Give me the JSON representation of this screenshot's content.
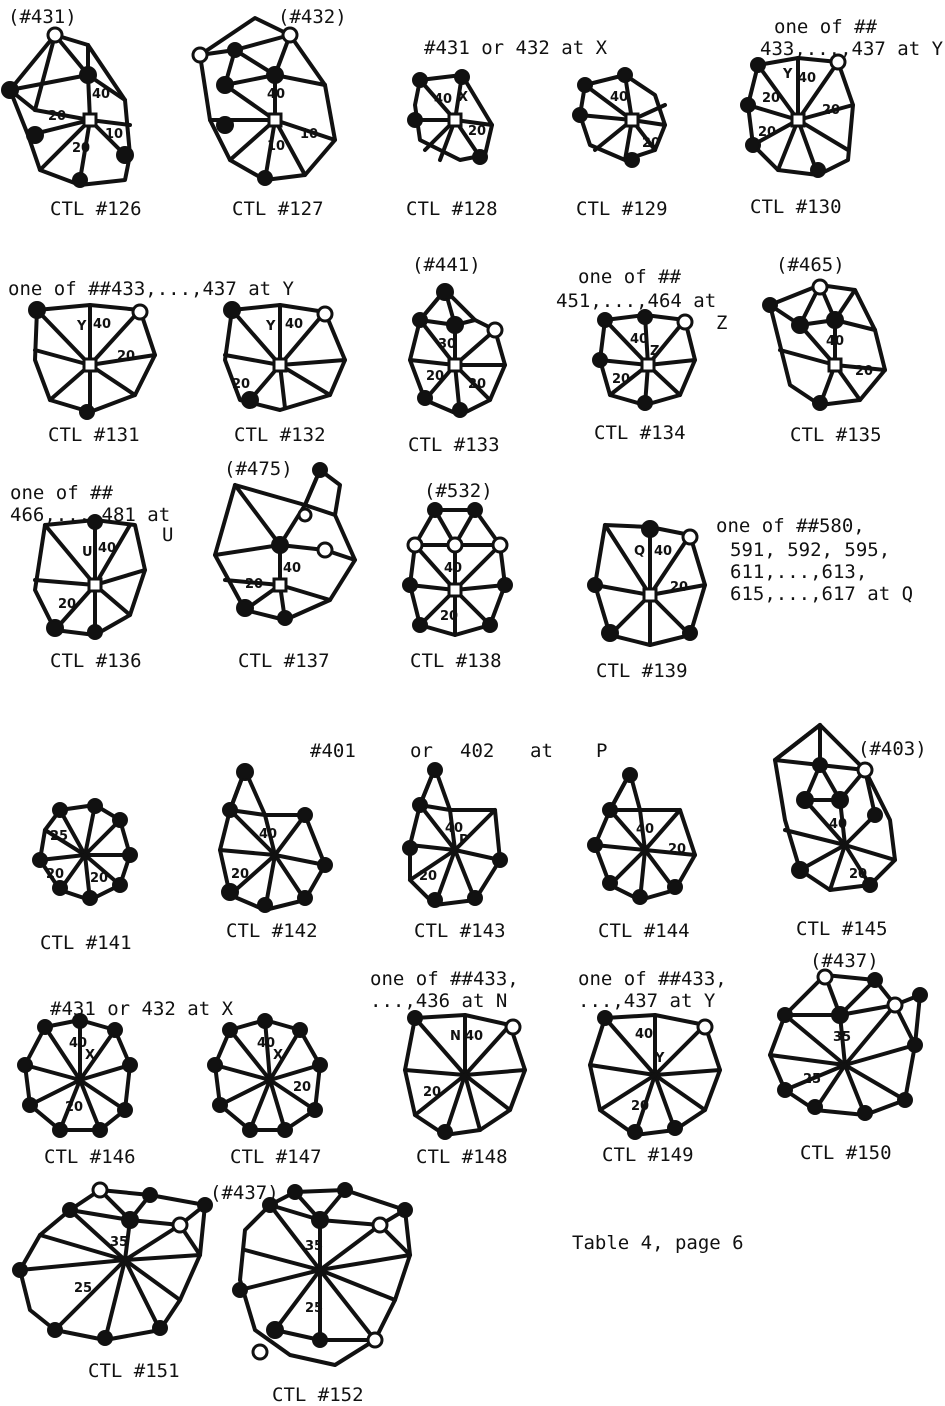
{
  "page_label": "Table 4, page 6",
  "annotations": {
    "a431": "(#431)",
    "a432": "(#432)",
    "x128": "#431 or 432 at X",
    "y130a": "one of ##",
    "y130b": "433,...,437 at Y",
    "y131": "one of ##433,...,437 at Y",
    "a441": "(#441)",
    "z134a": "one of ##",
    "z134b": "451,...,464 at",
    "z134c": "Z",
    "a465": "(#465)",
    "u136a": "one of ##",
    "u136b": "466,...,481 at",
    "u136c": "U",
    "a475": "(#475)",
    "a532": "(#532)",
    "q139a": "one of ##580,",
    "q139b": "591, 592, 595,",
    "q139c": "611,...,613,",
    "q139d": "615,...,617 at Q",
    "p_row_a": "#401",
    "p_row_b": "or",
    "p_row_c": "402",
    "p_row_d": "at",
    "p_row_e": "P",
    "a403": "(#403)",
    "x146": "#431 or 432 at X",
    "n148a": "one of ##433,",
    "n148b": "...,436 at N",
    "y149a": "one of ##433,",
    "y149b": "...,437 at Y",
    "a437a": "(#437)",
    "a437b": "(#437)"
  },
  "captions": {
    "c126": "CTL #126",
    "c127": "CTL #127",
    "c128": "CTL #128",
    "c129": "CTL #129",
    "c130": "CTL #130",
    "c131": "CTL #131",
    "c132": "CTL #132",
    "c133": "CTL #133",
    "c134": "CTL #134",
    "c135": "CTL #135",
    "c136": "CTL #136",
    "c137": "CTL #137",
    "c138": "CTL #138",
    "c139": "CTL #139",
    "c141": "CTL #141",
    "c142": "CTL #142",
    "c143": "CTL #143",
    "c144": "CTL #144",
    "c145": "CTL #145",
    "c146": "CTL #146",
    "c147": "CTL #147",
    "c148": "CTL #148",
    "c149": "CTL #149",
    "c150": "CTL #150",
    "c151": "CTL #151",
    "c152": "CTL #152"
  },
  "figure_labels": {
    "n40": "40",
    "n20": "20",
    "n10": "10",
    "n35": "35",
    "n25": "25",
    "n30": "30",
    "p25": "(25)",
    "p35": "(35)",
    "X": "X",
    "Y": "Y",
    "Z": "Z",
    "U": "U",
    "Q": "Q",
    "P": "P",
    "N": "N"
  }
}
